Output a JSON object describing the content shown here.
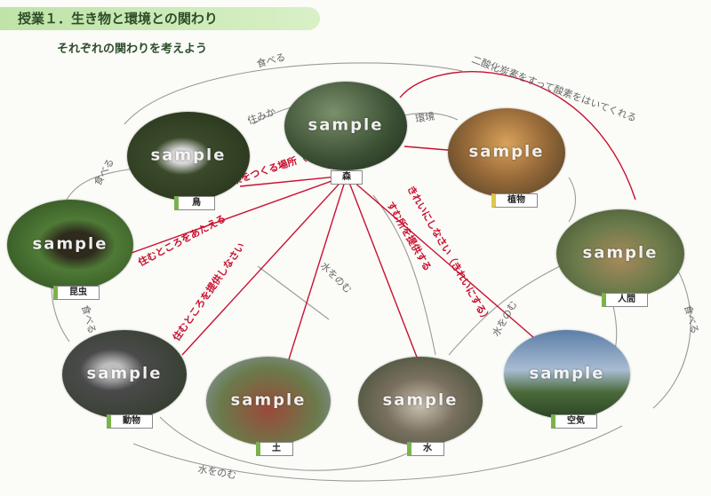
{
  "header": {
    "title": "授業１．生き物と環境との関わり",
    "subtitle": "それぞれの関わりを考えよう"
  },
  "photo_watermark": "sample",
  "nodes": {
    "mori": {
      "label": "森"
    },
    "tori": {
      "label": "鳥"
    },
    "shokubutsu": {
      "label": "植物"
    },
    "konchu": {
      "label": "昆虫"
    },
    "ningen": {
      "label": "人間"
    },
    "dobutsu": {
      "label": "動物"
    },
    "tsuchi": {
      "label": "土"
    },
    "mizu": {
      "label": "水"
    },
    "kuki": {
      "label": "空気"
    }
  },
  "annotations": {
    "taberu_top": "食べる",
    "sumika": "住みか",
    "taberu_tori": "食べる",
    "kankyo": "環境",
    "sanso": "二酸化炭素をすって酸素をはいてくれる",
    "mizu_nomu_center": "水をのむ",
    "mizu_nomu_right": "水をのむ",
    "mizu_nomu_bottom": "水をのむ",
    "taberu_right": "食べる",
    "taberu_dobutsu": "食べる",
    "mori_tori": "巣をつくる場所（住む所）",
    "mori_konchu": "住むところをあたえる",
    "mori_dobutsu": "住むところを提供しなさい",
    "mori_mizu": "すむ所を提供する",
    "mori_kuki": "きれいにしなさい（きれいにする）"
  },
  "colors": {
    "red_link": "#c8102e",
    "pencil": "#8a8a8a"
  }
}
